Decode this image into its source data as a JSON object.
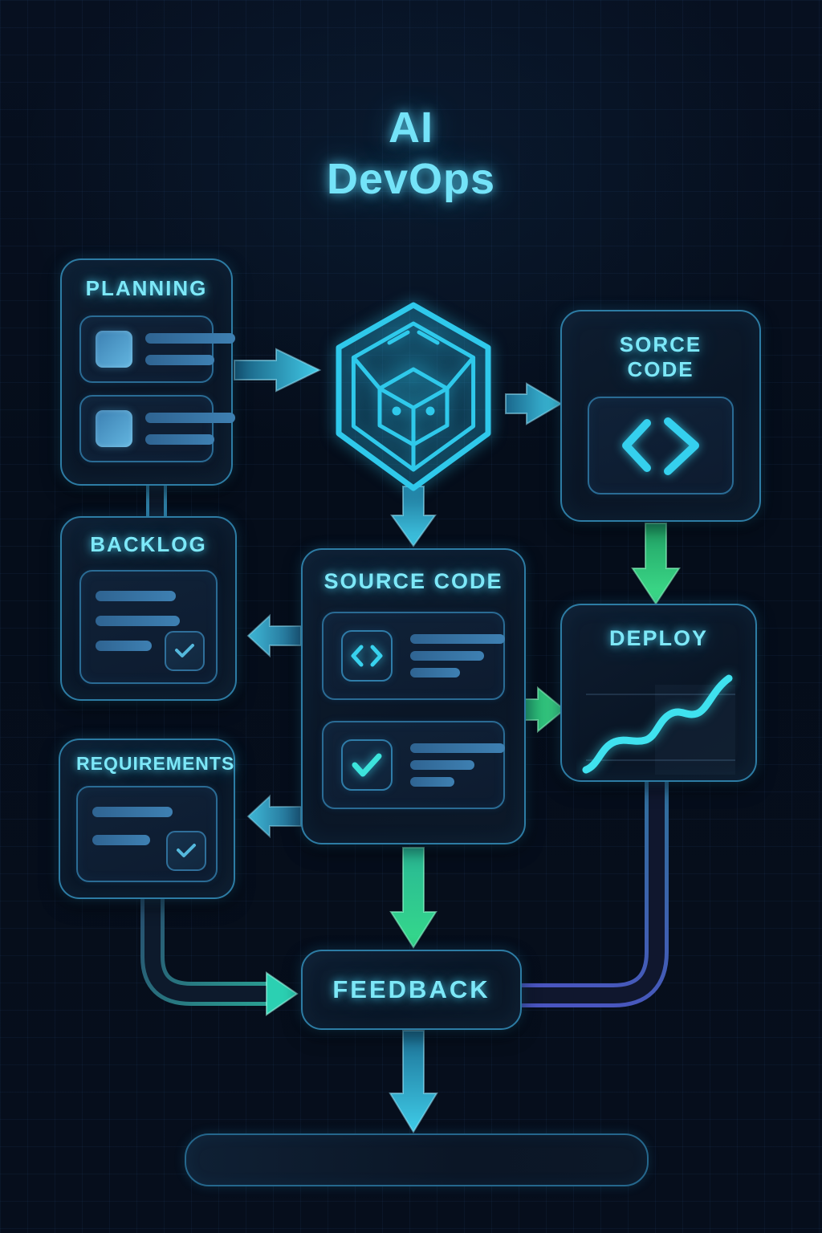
{
  "title": {
    "line1": "AI",
    "line2": "DevOps"
  },
  "nodes": {
    "planning": {
      "label": "PLANNING"
    },
    "sorce_code": {
      "label_line1": "SORCE",
      "label_line2": "CODE"
    },
    "backlog": {
      "label": "BACKLOG"
    },
    "source_code": {
      "label": "SOURCE CODE"
    },
    "deploy": {
      "label": "DEPLOY"
    },
    "requirements": {
      "label": "REQUIREMENTS"
    },
    "feedback": {
      "label": "FEEDBACK"
    }
  },
  "icons": {
    "ai_core": "ai-cube-icon",
    "code": "code-brackets-icon",
    "check": "check-icon",
    "deploy_chart": "trend-line-icon"
  },
  "colors": {
    "background": "#060e1c",
    "accent_cyan": "#5fdcf2",
    "accent_green": "#36d98b",
    "accent_indigo": "#4455b8",
    "box_border": "#2d7ca4"
  }
}
